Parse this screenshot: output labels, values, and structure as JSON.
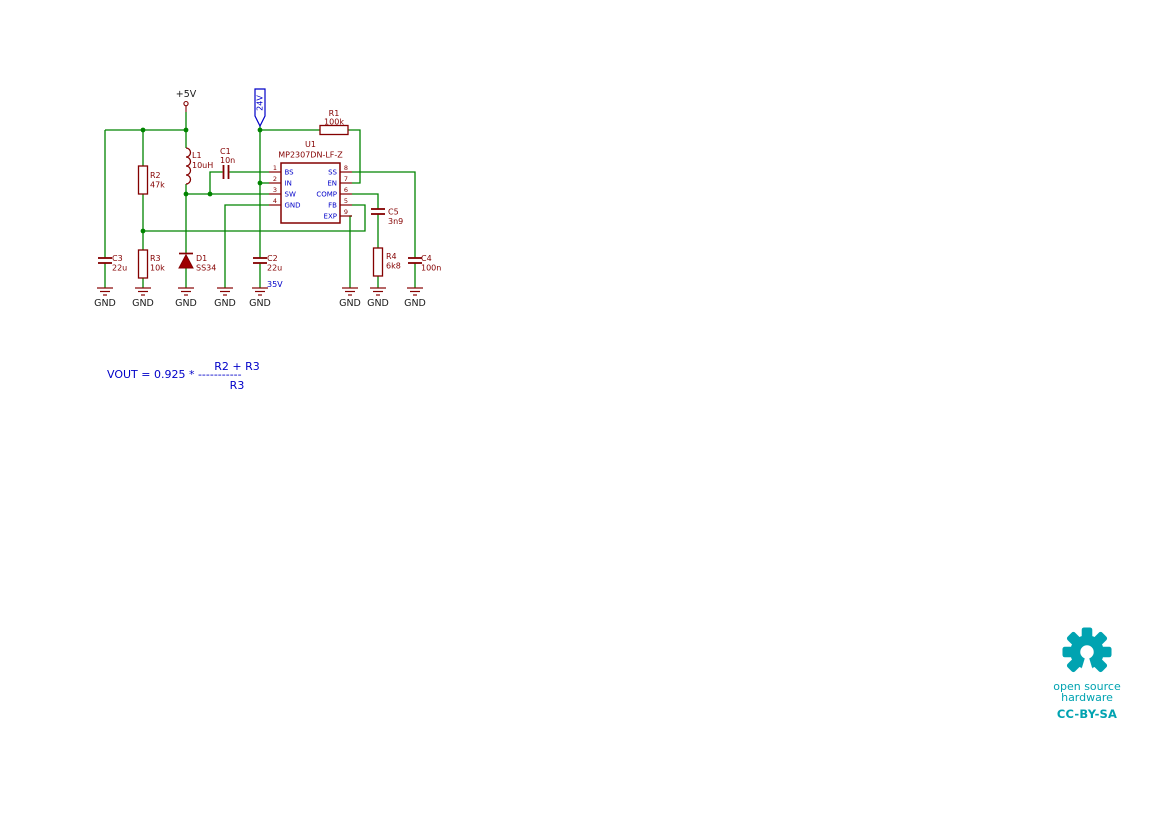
{
  "schematic": {
    "power_5v": "+5V",
    "net_24v": "24V",
    "gnd": "GND",
    "u1": {
      "ref": "U1",
      "value": "MP2307DN-LF-Z",
      "pins_left": [
        {
          "num": "1",
          "name": "BS"
        },
        {
          "num": "2",
          "name": "IN"
        },
        {
          "num": "3",
          "name": "SW"
        },
        {
          "num": "4",
          "name": "GND"
        }
      ],
      "pins_right": [
        {
          "num": "8",
          "name": "SS"
        },
        {
          "num": "7",
          "name": "EN"
        },
        {
          "num": "6",
          "name": "COMP"
        },
        {
          "num": "5",
          "name": "FB"
        },
        {
          "num": "9",
          "name": "EXP"
        }
      ]
    },
    "r1": {
      "ref": "R1",
      "value": "100k"
    },
    "r2": {
      "ref": "R2",
      "value": "47k"
    },
    "r3": {
      "ref": "R3",
      "value": "10k"
    },
    "r4": {
      "ref": "R4",
      "value": "6k8"
    },
    "c1": {
      "ref": "C1",
      "value": "10n"
    },
    "c2": {
      "ref": "C2",
      "value": "22u",
      "rating": "35V"
    },
    "c3": {
      "ref": "C3",
      "value": "22u"
    },
    "c4": {
      "ref": "C4",
      "value": "100n"
    },
    "c5": {
      "ref": "C5",
      "value": "3n9"
    },
    "l1": {
      "ref": "L1",
      "value": "10uH"
    },
    "d1": {
      "ref": "D1",
      "value": "SS34"
    }
  },
  "formula": {
    "main": "VOUT = 0.925 * -----------",
    "numerator": "R2 + R3",
    "denominator": "R3"
  },
  "badge": {
    "line1": "open source",
    "line2": "hardware",
    "license": "CC-BY-SA"
  },
  "colors": {
    "wire": "#008400",
    "component": "#840000",
    "pin_name": "#0000c8",
    "net_label": "#0000c8",
    "badge_teal": "#00a3b1"
  }
}
